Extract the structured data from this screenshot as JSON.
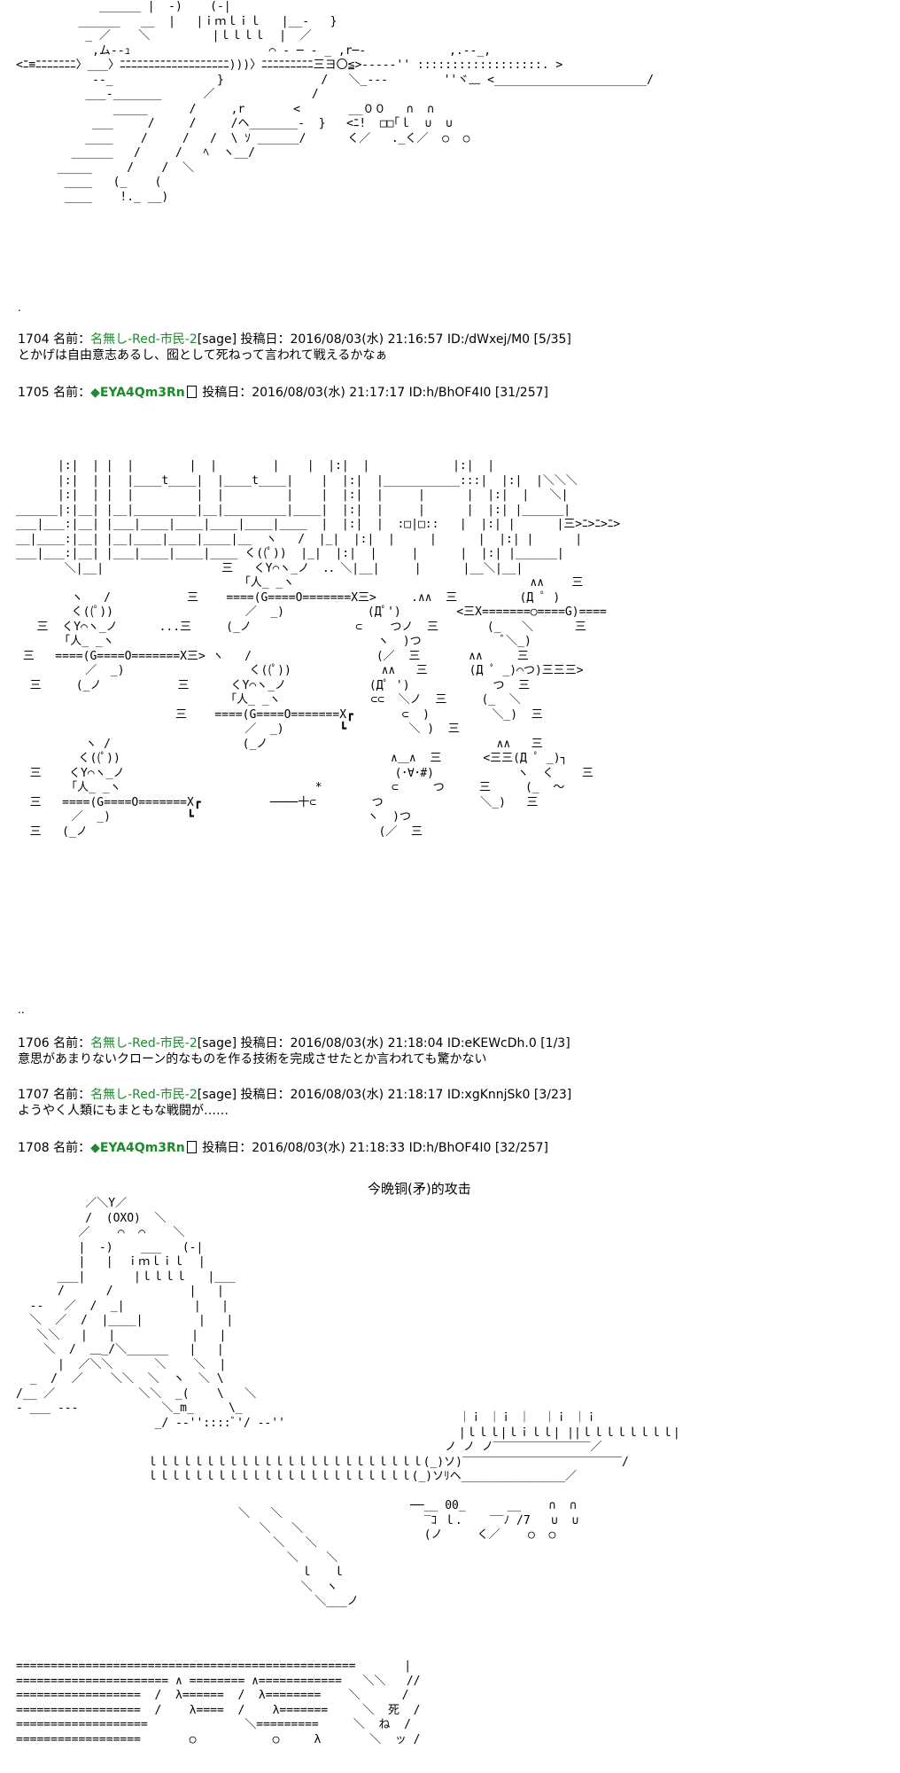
{
  "art": {
    "top": "            ______ |  -)    (-|\n         ______   __  |   |ｉｍｌｉｌ   |__-   }\n          _ ／    ＼         |ｌｌｌｌ  |  ／\n           ,ム--ｭ                    ⌒ ‐ ─ ‐ _ ,r─-            ,.--_,\n<ﾆ≡ﾆﾆﾆﾆﾆﾆﾆ〉___〉ﾆﾆﾆﾆﾆﾆﾆﾆﾆﾆﾆﾆﾆﾆﾆﾆﾆﾆﾆ)))〉ﾆﾆﾆﾆﾆﾆﾆﾆﾆ三ヨ〇≦>-----'' ::::::::::::::::::. >\n           ‐‐_               }              /   ＼_--‐        ''ヾ﹏ <______________________/\n          ___‐_______      ／              /\n              _____      /     ,r       <       __００   ∩  ∩\n           ___     /     /     /ヘ_______-  }   <ﾆ!  □□｢ｌ  ∪  ∪\n          ____    /     /   /  \\ ｿ ______/      く／   ._く／  ○  ○\n        ______   /     /   ﾍ  ヽ__/\n      _____     /    /  ＼\n       ____   (_    (\n       ____    !._ __)",
    "mid": "      |:|  | |  |        |  |        |    |  |:|  |            |:|  |\n      |:|  | |  |____t____|  |____t____|    |  |:|  |___________:::|  |:|  |＼＼＼\n      |:|  | |  |         |  |         |    |  |:|  |     |      |  |:|  |   ＼|\n______|:|__| |__|_________|__|_________|____|  |:|  |     |      |  |:| |______|\n___|___:|__| |___|____|____|____|____|____  |  |:|  |  :□|□::   |  |:| |      |三>ﾆ>ﾆ>ﾆ>\n__|____:|__| |__|____|____|____|__  ヽ   /  |_|  |:|  |     |      |  |:| |      |\n___|___:|__| |___|____|____|____ く((ﾟ))  |_|  |:|  |     |      |  |:| |______|\n       ＼|__|                 三   くY⌒ヽ_ノ  ．．＼|__|     |      |__＼|__|\n                                 ｢人_ _ヽ                                  ∧∧    三\n        ヽ   /           三    ====(G====O=======X三>     .∧∧  三         (Д ﾟ )\n        く((ﾟ))                   ／  _)            (Дﾟ')        <三X=======○====G)====\n   三  くY⌒ヽ_ノ      ...三     (_ノ               ⊂    つノ  三       (_   ＼      三\n       ｢人_ _ヽ                                      ヽ  )つ            ﾞ＼_)\n 三   ====(G====O=======X三> ヽ   /                  (／  三       ∧∧     三\n          ／  _)                  く((ﾟ))             ∧∧   三      (Д ﾟ _)⌒つ)三三三>\n  三     (_ノ           三      くY⌒ヽ_ノ            (Дﾟ ')            つ  三\n                               ｢人_ _ヽ             ⊂⊂  ＼ノ  三     (_  ＼\n                       三    ====(G====O=======X┏       ⊂  )         ＼_)  三\n                                 ／  _)        ┗         ＼ )  三\n          ヽ /                   (_ノ                                 ∧∧   三\n         く((ﾟ))                                       ∧＿∧  三      <三三(Д ﾟ _)┐\n  三    くY⌒ヽ_ノ                                       (･∀･#)            ヽ  く    三\n        ｢人_ _ヽ                            *          ⊂     つ     三     (_  ～\n  三   ====(G====O=======X┏          ────十⊂        つ              ＼_)   三\n        ／  _)           ┗                         ヽ  )つ\n  三   (_ノ                                          (／  三",
    "bottom_left": "          ／＼Y／\n          /  (OXO)  ＼\n         ／    ⌒  ⌒    ＼\n         |  -)    ___   (-|\n         |   |  ｉｍｌｉｌ  |\n      ___|       |ｌｌｌｌ   |___\n      /      /           |   |\n  ‐‐   ／  /  _|          |   |\n  ＼  ／  /  |____|        |   |\n   ＼＼   |   |           |   |\n    ＼  /  ＿_/＼______   |   |\n      |  ／＼＼      ＼    ＼  |\n  _  /  ／    ＼＼  ＼  ヽ  ＼ \\\n/__ ／            ＼＼  _(    \\   ＼\n‐ ___ ‐‐‐            ＼_m_     \\_\n                    _/ ‐‐''::::ﾞ'/ ‐‐''",
    "bottom_right": "                                               ｜ｉ ｜ｉ ｜  ｜ｉ ｜ｉ\n                                               |ｌｌｌ|ｌｉｌｌ| ||ｌｌｌｌｌｌｌｌ|\n                                             ノ ノ ノ‾‾‾‾‾‾‾‾‾‾‾‾‾‾／\n  ｌｌｌｌｌｌｌｌｌｌｌｌｌｌｌｌｌｌｌｌｌｌｌｌ(_)ソ)‾‾‾‾‾‾‾‾‾‾‾‾‾‾‾‾‾‾‾‾‾‾‾/\n  ｌｌｌｌｌｌｌｌｌｌｌｌｌｌｌｌｌｌｌｌｌｌｌ(_)ソﾘヘ_______________／\n\n                                        ──__ 00_      __    ∩  ∩\n                                          ‾ｺ ｌ.    ‾‾ﾉ /7   ∪  ∪\n                                          (ノ     く／    ○  ○",
    "bottom_legs": "     ＼   ＼\n        ＼   ＼\n          ＼   ＼\n            ＼    ＼\n              ｌ   ｌ\n              ＼  ヽ\n                ＼___ノ",
    "death": "=================================================       |\n====================== ∧ ======== ∧============   ＼＼   //\n==================  /  λ======  /  λ========    ＼      /\n==================  /    λ====  /    λ=======     ＼  死  /\n===================              ＼=========     ＼  ね  /\n==================       ○           ○     λ       ＼  ッ /"
  },
  "posts": [
    {
      "num": "1704",
      "name_label": "名前：",
      "name": "名無し-Red-市民-2",
      "mail": "[sage]",
      "date_label": "投稿日：",
      "date": "2016/08/03(水) 21:16:57",
      "id": "ID:/dWxej/M0",
      "count": "[5/35]",
      "body": "とかげは自由意志あるし、囮として死ねって言われて戦えるかなぁ"
    },
    {
      "num": "1705",
      "name_label": "名前：",
      "name": "◆EYA4Qm3Rn",
      "mail": "",
      "date_label": "投稿日：",
      "date": "2016/08/03(水) 21:17:17",
      "id": "ID:h/BhOF4I0",
      "count": "[31/257]",
      "body": ""
    },
    {
      "num": "1706",
      "name_label": "名前：",
      "name": "名無し-Red-市民-2",
      "mail": "[sage]",
      "date_label": "投稿日：",
      "date": "2016/08/03(水) 21:18:04",
      "id": "ID:eKEWcDh.0",
      "count": "[1/3]",
      "body": "意思があまりないクローン的なものを作る技術を完成させたとか言われても驚かない"
    },
    {
      "num": "1707",
      "name_label": "名前：",
      "name": "名無し-Red-市民-2",
      "mail": "[sage]",
      "date_label": "投稿日：",
      "date": "2016/08/03(水) 21:18:17",
      "id": "ID:xgKnnjSk0",
      "count": "[3/23]",
      "body": "ようやく人類にもまともな戦闘が……"
    },
    {
      "num": "1708",
      "name_label": "名前：",
      "name": "◆EYA4Qm3Rn",
      "mail": "",
      "date_label": "投稿日：",
      "date": "2016/08/03(水) 21:18:33",
      "id": "ID:h/BhOF4I0",
      "count": "[32/257]",
      "body": ""
    }
  ],
  "caption": "今晩铜(矛)的攻击",
  "dots": {
    "first": ".",
    "second": ".."
  }
}
